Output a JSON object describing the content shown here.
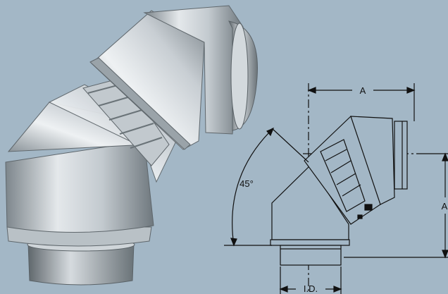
{
  "labels": {
    "width_dim": "A",
    "height_dim": "A",
    "angle": "45°",
    "inner_diameter": "I.D."
  },
  "colors": {
    "background": "#a3b7c6",
    "metal_light": "#e4e8eb",
    "metal_mid": "#b8c0c6",
    "metal_dark": "#7d868c",
    "line": "#111111"
  }
}
